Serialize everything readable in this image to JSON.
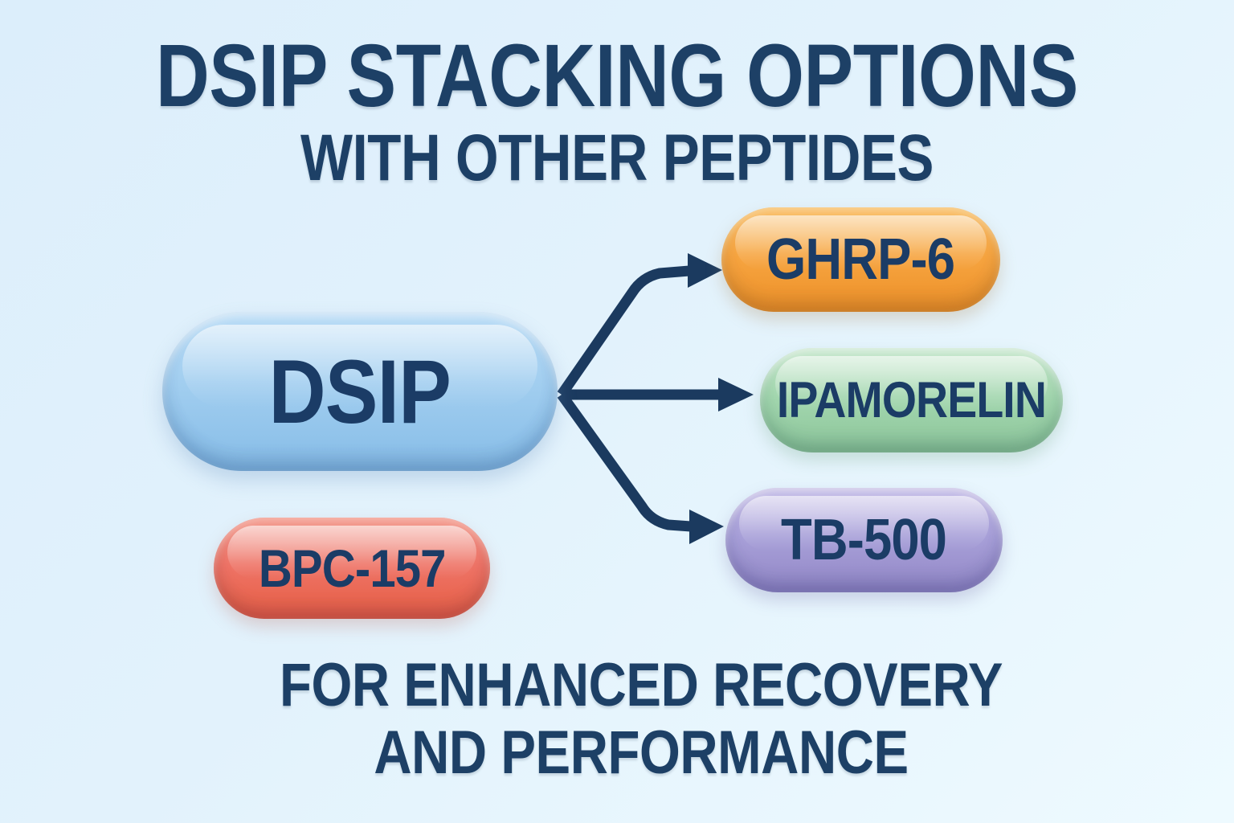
{
  "title": {
    "line1": "DSIP STACKING OPTIONS",
    "line2": "WITH OTHER PEPTIDES"
  },
  "footer": {
    "line1": "FOR ENHANCED RECOVERY",
    "line2": "AND PERFORMANCE"
  },
  "diagram": {
    "source_node": {
      "label": "DSIP",
      "color": "#a0cdef"
    },
    "standalone_node": {
      "label": "BPC-157",
      "color": "#ee7366"
    },
    "target_nodes": [
      {
        "label": "GHRP-6",
        "color": "#f6a440"
      },
      {
        "label": "IPAMORELIN",
        "color": "#a2d6ae"
      },
      {
        "label": "TB-500",
        "color": "#a79fd8"
      }
    ],
    "arrow_color": "#1b3a5f",
    "label_color": "#1b3c66",
    "title_color": "#1d4066",
    "background_top_left": "#dceefb",
    "background_bottom_right": "#eefaff"
  }
}
